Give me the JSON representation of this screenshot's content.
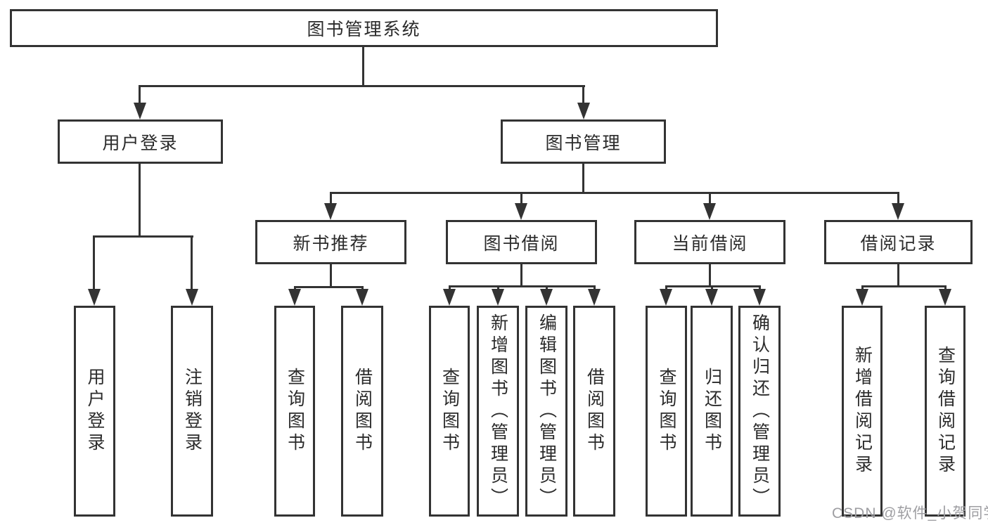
{
  "diagram": {
    "type": "tree",
    "root": {
      "label": "图书管理系统"
    },
    "branches": [
      {
        "label": "用户登录",
        "children": [
          "用户登录",
          "注销登录"
        ]
      },
      {
        "label": "图书管理",
        "sections": [
          {
            "label": "新书推荐",
            "children": [
              "查询图书",
              "借阅图书"
            ]
          },
          {
            "label": "图书借阅",
            "children": [
              "查询图书",
              "新增图书（管理员）",
              "编辑图书（管理员）",
              "借阅图书"
            ]
          },
          {
            "label": "当前借阅",
            "children": [
              "查询图书",
              "归还图书",
              "确认归还（管理员）"
            ]
          },
          {
            "label": "借阅记录",
            "children": [
              "新增借阅记录",
              "查询借阅记录"
            ]
          }
        ]
      }
    ]
  },
  "watermark": {
    "text": "CSDN @软件_小贺同学"
  },
  "colors": {
    "line": "#333333",
    "text": "#2b2b2b",
    "box_background": "#ffffff",
    "watermark": "#9e9ea2",
    "background": "#ffffff"
  }
}
